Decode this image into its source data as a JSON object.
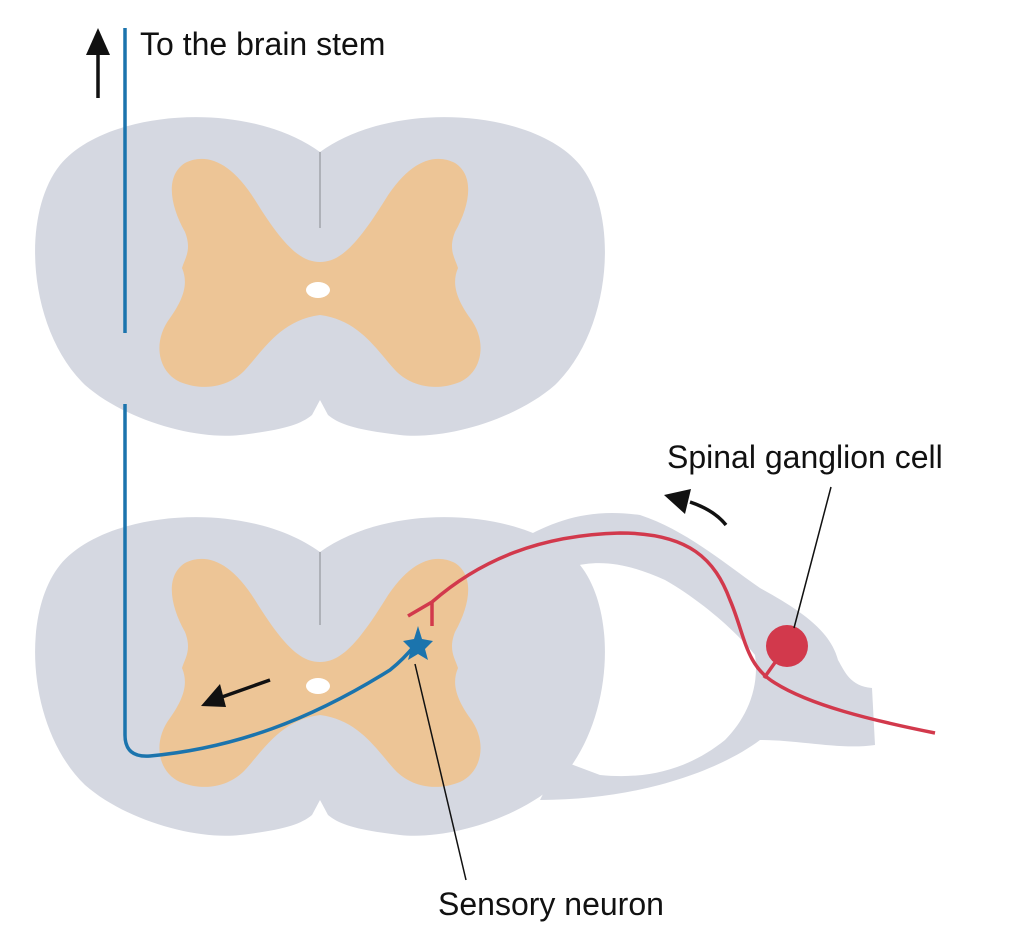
{
  "labels": {
    "brain_stem": "To the brain stem",
    "ganglion": "Spinal ganglion cell",
    "sensory": "Sensory neuron"
  },
  "colors": {
    "white_matter": "#d5d8e1",
    "gray_matter": "#edc596",
    "canal": "#ffffff",
    "ascending_axon": "#1b74ad",
    "afferent_fiber": "#d2394c",
    "arrow": "#111111",
    "text": "#111111"
  },
  "icons": {
    "up_arrow": "arrow-up-icon",
    "direction_arrow": "arrow-left-icon",
    "neuron_body": "star-icon",
    "ganglion_body": "circle-icon"
  }
}
